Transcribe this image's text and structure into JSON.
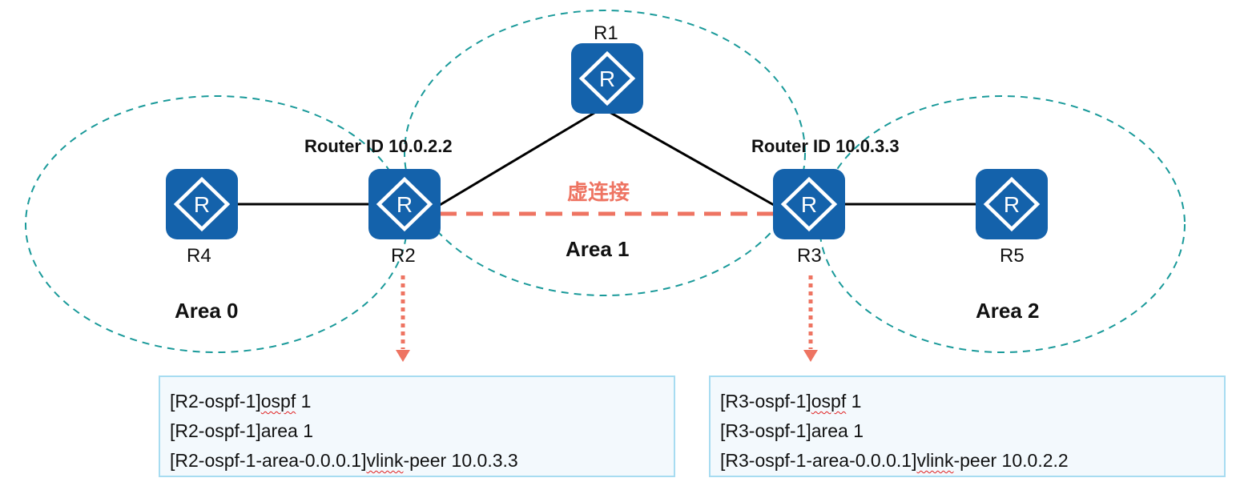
{
  "colors": {
    "router_fill": "#1462ab",
    "area_border": "#1a9a9a",
    "virtual_link": "#ee7462",
    "config_bg": "#f3f9fd",
    "config_border": "#a7dcf1"
  },
  "routers": [
    {
      "id": "R1",
      "label": "R1"
    },
    {
      "id": "R2",
      "label": "R2",
      "router_id": "Router ID 10.0.2.2"
    },
    {
      "id": "R3",
      "label": "R3",
      "router_id": "Router ID 10.0.3.3"
    },
    {
      "id": "R4",
      "label": "R4"
    },
    {
      "id": "R5",
      "label": "R5"
    }
  ],
  "router_icon_glyph": "R",
  "areas": [
    {
      "label": "Area 0"
    },
    {
      "label": "Area 1"
    },
    {
      "label": "Area 2"
    }
  ],
  "links": [
    {
      "from": "R4",
      "to": "R2",
      "type": "physical"
    },
    {
      "from": "R2",
      "to": "R1",
      "type": "physical"
    },
    {
      "from": "R1",
      "to": "R3",
      "type": "physical"
    },
    {
      "from": "R3",
      "to": "R5",
      "type": "physical"
    },
    {
      "from": "R2",
      "to": "R3",
      "type": "virtual"
    }
  ],
  "virtual_link_label": "虚连接",
  "configs": {
    "r2": {
      "line1": {
        "prefix": "[R2-ospf-1]",
        "keyword": "ospf",
        "suffix": " 1"
      },
      "line2": {
        "text": "[R2-ospf-1]area 1"
      },
      "line3": {
        "prefix": "[R2-ospf-1-area-0.0.0.1]",
        "keyword": "vlink",
        "suffix": "-peer 10.0.3.3"
      }
    },
    "r3": {
      "line1": {
        "prefix": "[R3-ospf-1]",
        "keyword": "ospf",
        "suffix": " 1"
      },
      "line2": {
        "text": "[R3-ospf-1]area 1"
      },
      "line3": {
        "prefix": "[R3-ospf-1-area-0.0.0.1]",
        "keyword": "vlink",
        "suffix": "-peer 10.0.2.2"
      }
    }
  }
}
